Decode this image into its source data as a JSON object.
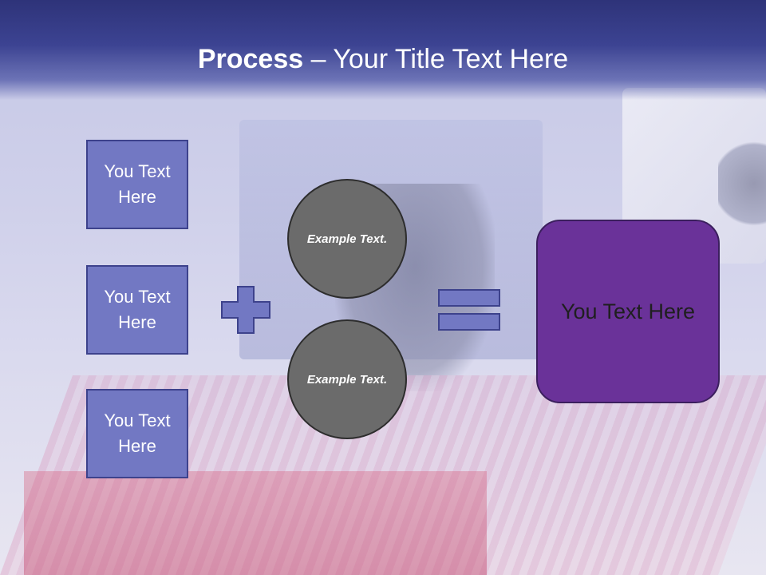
{
  "slide": {
    "title_bold": "Process",
    "title_rest": " – Your Title Text Here",
    "boxes": [
      "You Text Here",
      "You Text Here",
      "You Text Here"
    ],
    "circles": [
      "Example Text.",
      "Example Text."
    ],
    "result": "You Text Here"
  },
  "colors": {
    "header": "#2e3379",
    "box_fill": "#7278c3",
    "circle_fill": "#6b6b6b",
    "result_fill": "#6a3299"
  },
  "icons": [
    "plus-sign-icon",
    "equals-sign-icon"
  ]
}
